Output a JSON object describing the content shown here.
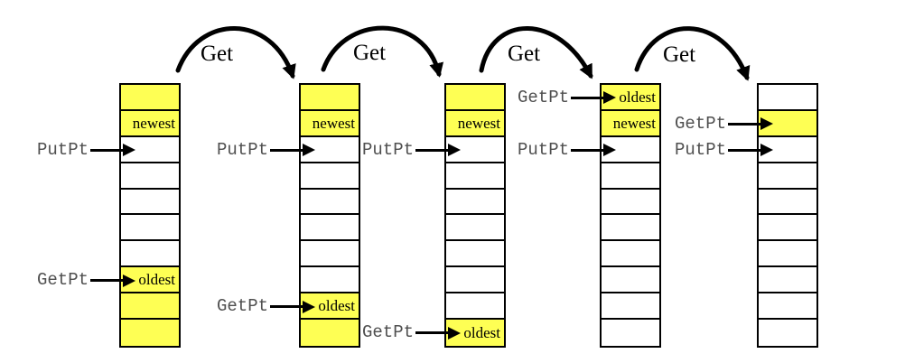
{
  "diagram": {
    "colors": {
      "filled_cell": "#feff54",
      "empty_cell": "#ffffff",
      "border": "#000000",
      "pointer_text": "#4f4f4f",
      "arrow": "#000000"
    },
    "get_arrows": [
      {
        "label": "Get"
      },
      {
        "label": "Get"
      },
      {
        "label": "Get"
      },
      {
        "label": "Get"
      }
    ],
    "buffers": [
      {
        "cells": [
          {
            "filled": true
          },
          {
            "filled": true,
            "label": "newest"
          },
          {
            "filled": false
          },
          {
            "filled": false
          },
          {
            "filled": false
          },
          {
            "filled": false
          },
          {
            "filled": false
          },
          {
            "filled": true,
            "label": "oldest"
          },
          {
            "filled": true
          },
          {
            "filled": true
          }
        ],
        "pointers": [
          {
            "label": "PutPt",
            "cell": 2
          },
          {
            "label": "GetPt",
            "cell": 7
          }
        ]
      },
      {
        "cells": [
          {
            "filled": true
          },
          {
            "filled": true,
            "label": "newest"
          },
          {
            "filled": false
          },
          {
            "filled": false
          },
          {
            "filled": false
          },
          {
            "filled": false
          },
          {
            "filled": false
          },
          {
            "filled": false
          },
          {
            "filled": true,
            "label": "oldest"
          },
          {
            "filled": true
          }
        ],
        "pointers": [
          {
            "label": "PutPt",
            "cell": 2
          },
          {
            "label": "GetPt",
            "cell": 8
          }
        ]
      },
      {
        "cells": [
          {
            "filled": true
          },
          {
            "filled": true,
            "label": "newest"
          },
          {
            "filled": false
          },
          {
            "filled": false
          },
          {
            "filled": false
          },
          {
            "filled": false
          },
          {
            "filled": false
          },
          {
            "filled": false
          },
          {
            "filled": false
          },
          {
            "filled": true,
            "label": "oldest"
          }
        ],
        "pointers": [
          {
            "label": "PutPt",
            "cell": 2
          },
          {
            "label": "GetPt",
            "cell": 9
          }
        ]
      },
      {
        "cells": [
          {
            "filled": true,
            "label": "oldest"
          },
          {
            "filled": true,
            "label": "newest"
          },
          {
            "filled": false
          },
          {
            "filled": false
          },
          {
            "filled": false
          },
          {
            "filled": false
          },
          {
            "filled": false
          },
          {
            "filled": false
          },
          {
            "filled": false
          },
          {
            "filled": false
          }
        ],
        "pointers": [
          {
            "label": "GetPt",
            "cell": 0
          },
          {
            "label": "PutPt",
            "cell": 2
          }
        ]
      },
      {
        "cells": [
          {
            "filled": false
          },
          {
            "filled": true
          },
          {
            "filled": false
          },
          {
            "filled": false
          },
          {
            "filled": false
          },
          {
            "filled": false
          },
          {
            "filled": false
          },
          {
            "filled": false
          },
          {
            "filled": false
          },
          {
            "filled": false
          }
        ],
        "pointers": [
          {
            "label": "GetPt",
            "cell": 1
          },
          {
            "label": "PutPt",
            "cell": 2
          }
        ]
      }
    ]
  }
}
